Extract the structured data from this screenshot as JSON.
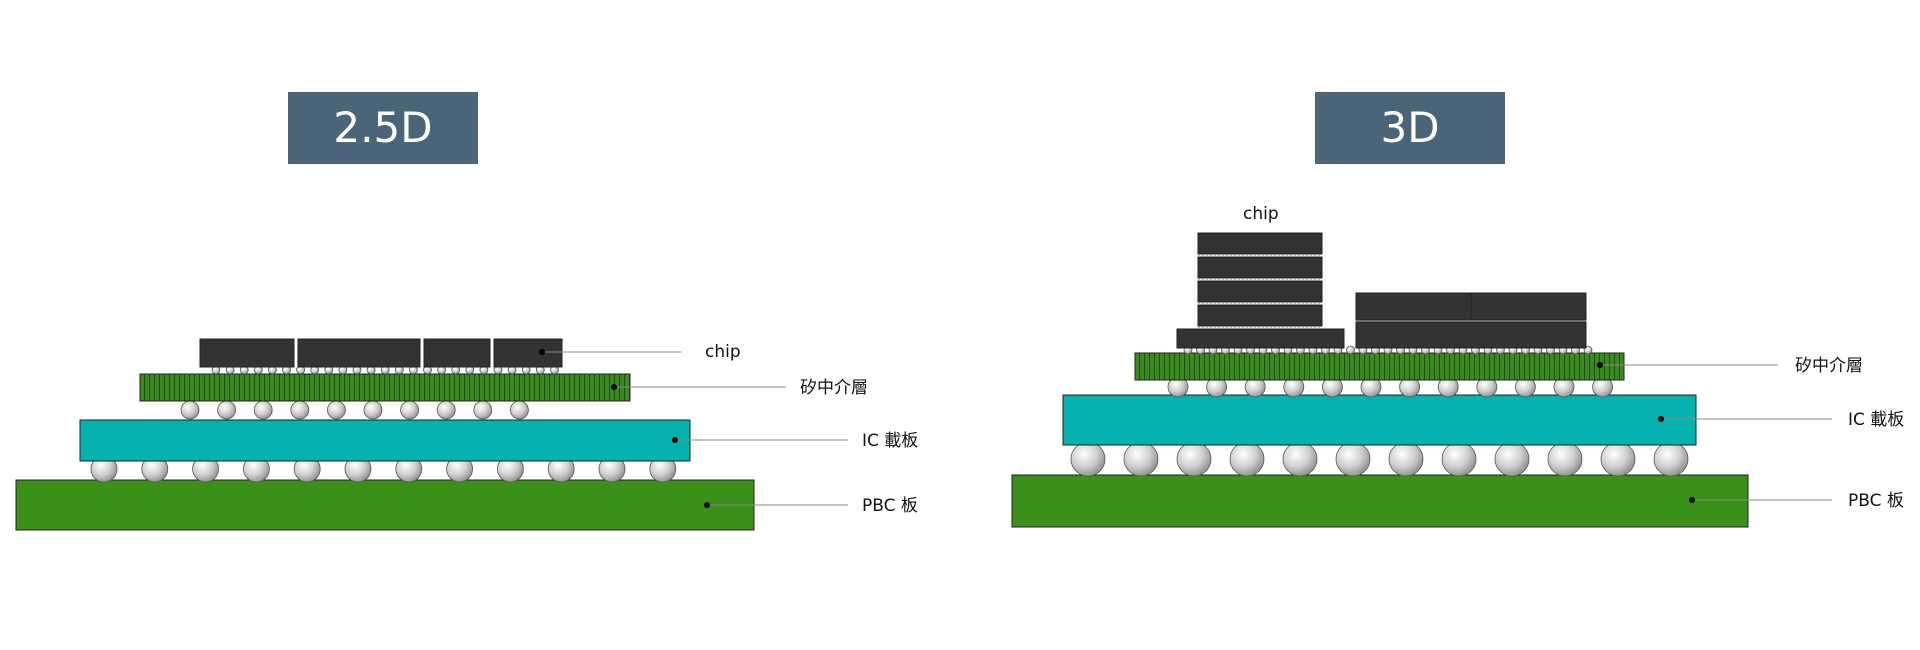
{
  "colors": {
    "title_bg": "#4a6577",
    "title_fg": "#ffffff",
    "pcb": "#3a9018",
    "ic_substrate": "#05b2b0",
    "interposer": "#3b8a1f",
    "chip": "#333333",
    "ball": "#d4d4d4",
    "leader": "#888888",
    "text": "#111111"
  },
  "diagrams": [
    {
      "title": "2.5D",
      "labels": {
        "chip": "chip",
        "interposer": "矽中介層",
        "ic": "IC 載板",
        "pcb": "PBC 板"
      }
    },
    {
      "title": "3D",
      "labels": {
        "chip": "chip",
        "interposer": "矽中介層",
        "ic": "IC 載板",
        "pcb": "PBC 板"
      }
    }
  ]
}
